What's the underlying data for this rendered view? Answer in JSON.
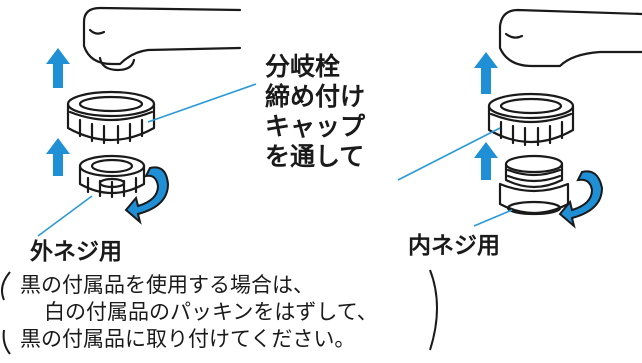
{
  "callout": {
    "lines": [
      "分岐栓",
      "締め付け",
      "キャップ",
      "を通して"
    ]
  },
  "labels": {
    "outer_thread": "外ネジ用",
    "inner_thread": "内ネジ用"
  },
  "note": {
    "lines": [
      "黒の付属品を使用する場合は、",
      "白の付属品のパッキンをはずして、",
      "黒の付属品に取り付けてください。"
    ]
  },
  "colors": {
    "arrow_blue": "#1f8fd6",
    "outline": "#1a1a1a",
    "leader_blue": "#2a9ad8"
  }
}
